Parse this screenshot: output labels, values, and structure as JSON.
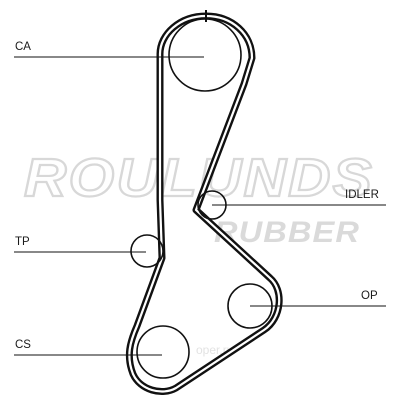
{
  "watermark": {
    "brand": "ROULUNDS",
    "product": "RUBBER",
    "site": "oper.ru"
  },
  "labels": {
    "ca": "CA",
    "idler": "IDLER",
    "tp": "TP",
    "op": "OP",
    "cs": "CS"
  },
  "colors": {
    "belt": "#111111",
    "watermark": "#d8d8d8",
    "background": "#ffffff"
  }
}
